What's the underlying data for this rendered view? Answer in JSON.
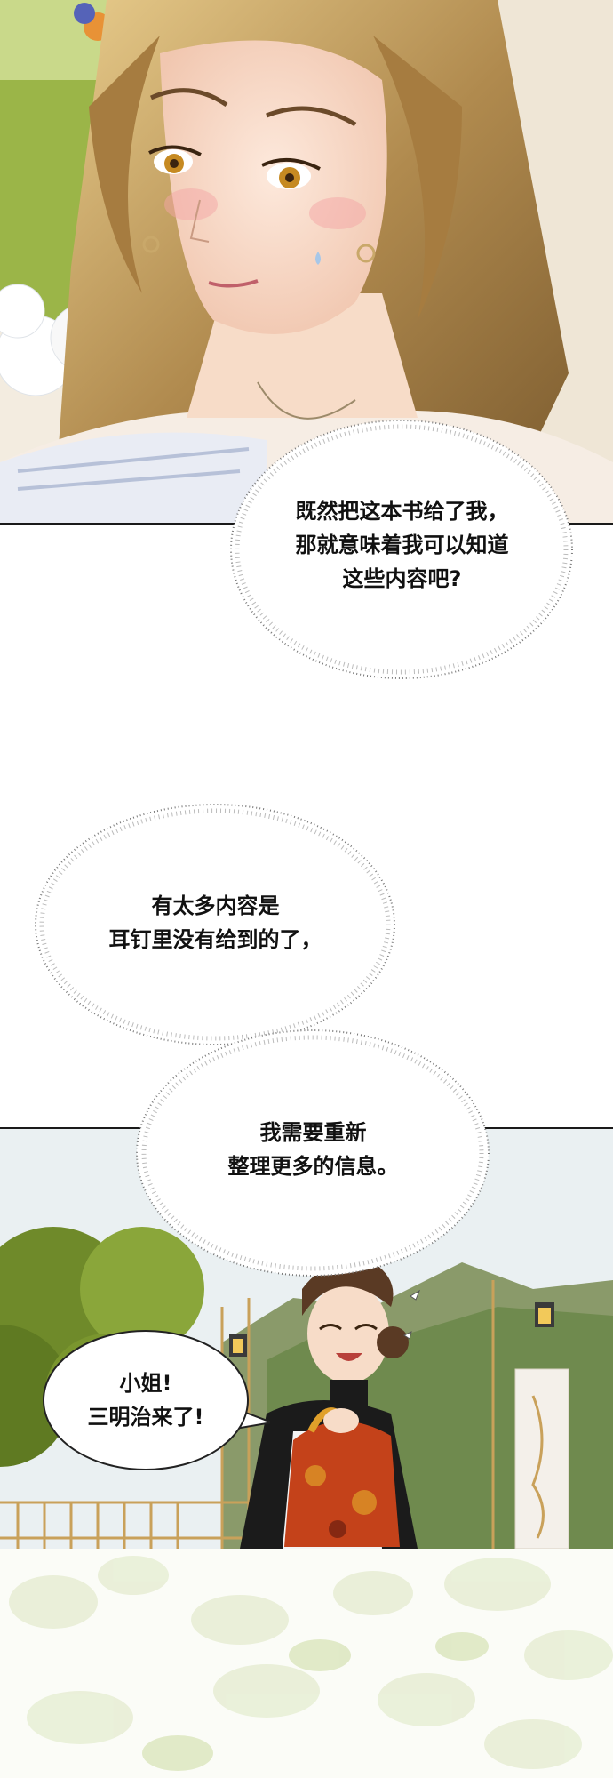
{
  "colors": {
    "panel_border": "#1a1a1a",
    "hair": "#b08a4e",
    "skin": "#f7dcc8",
    "lawn": "#8aa63a",
    "sky": "#eaf0f2",
    "maid_dress": "#1b1b1b",
    "bag": "#c4421a"
  },
  "bubbles": {
    "b1": {
      "lines": [
        "既然把这本书给了我，",
        "那就意味着我可以知道",
        "这些内容吧?"
      ]
    },
    "b2": {
      "lines": [
        "有太多内容是",
        "耳钉里没有给到的了，"
      ]
    },
    "b3": {
      "lines": [
        "我需要重新",
        "整理更多的信息。"
      ]
    },
    "b4": {
      "lines": [
        "小姐!",
        "三明治来了!"
      ]
    }
  }
}
